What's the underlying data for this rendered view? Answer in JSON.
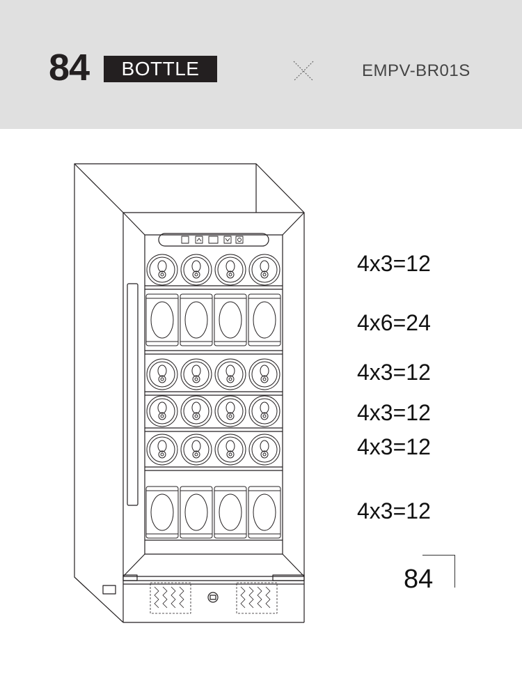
{
  "header": {
    "count": "84",
    "unit_label": "BOTTLE",
    "cross_icon": "close-x-icon",
    "model": "EMPV-BR01S"
  },
  "shelves": [
    {
      "label": "4x3=12",
      "type": "cans-top-view",
      "count": 4
    },
    {
      "label": "4x6=24",
      "type": "cans-side-view",
      "count": 4
    },
    {
      "label": "4x3=12",
      "type": "cans-top-view",
      "count": 4
    },
    {
      "label": "4x3=12",
      "type": "cans-top-view",
      "count": 4
    },
    {
      "label": "4x3=12",
      "type": "cans-top-view",
      "count": 4
    },
    {
      "label": "4x3=12",
      "type": "cans-side-view",
      "count": 4
    }
  ],
  "total": "84",
  "control_panel_icons": [
    "fan-icon",
    "up-arrow-icon",
    "display-icon",
    "down-arrow-icon",
    "light-icon"
  ],
  "colors": {
    "header_bg": "#e0e0e0",
    "tag_bg": "#231f20",
    "line": "#231f20"
  }
}
